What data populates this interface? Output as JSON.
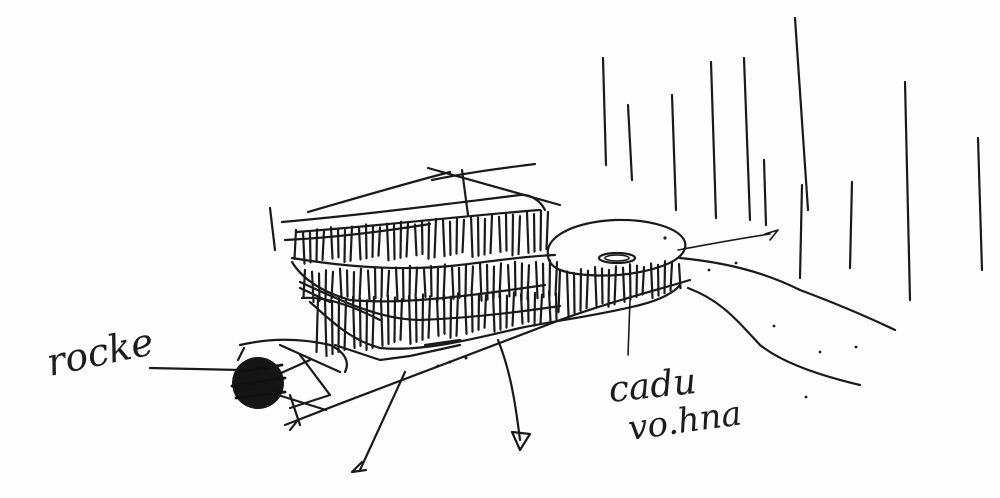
{
  "sketch": {
    "ink_color": "#1a1a1a",
    "paper_color": "#fefefe",
    "annotations": {
      "left_label": "rocke",
      "lower_right_label_line1": "cadu",
      "lower_right_label_line2": "vo.hna"
    }
  }
}
